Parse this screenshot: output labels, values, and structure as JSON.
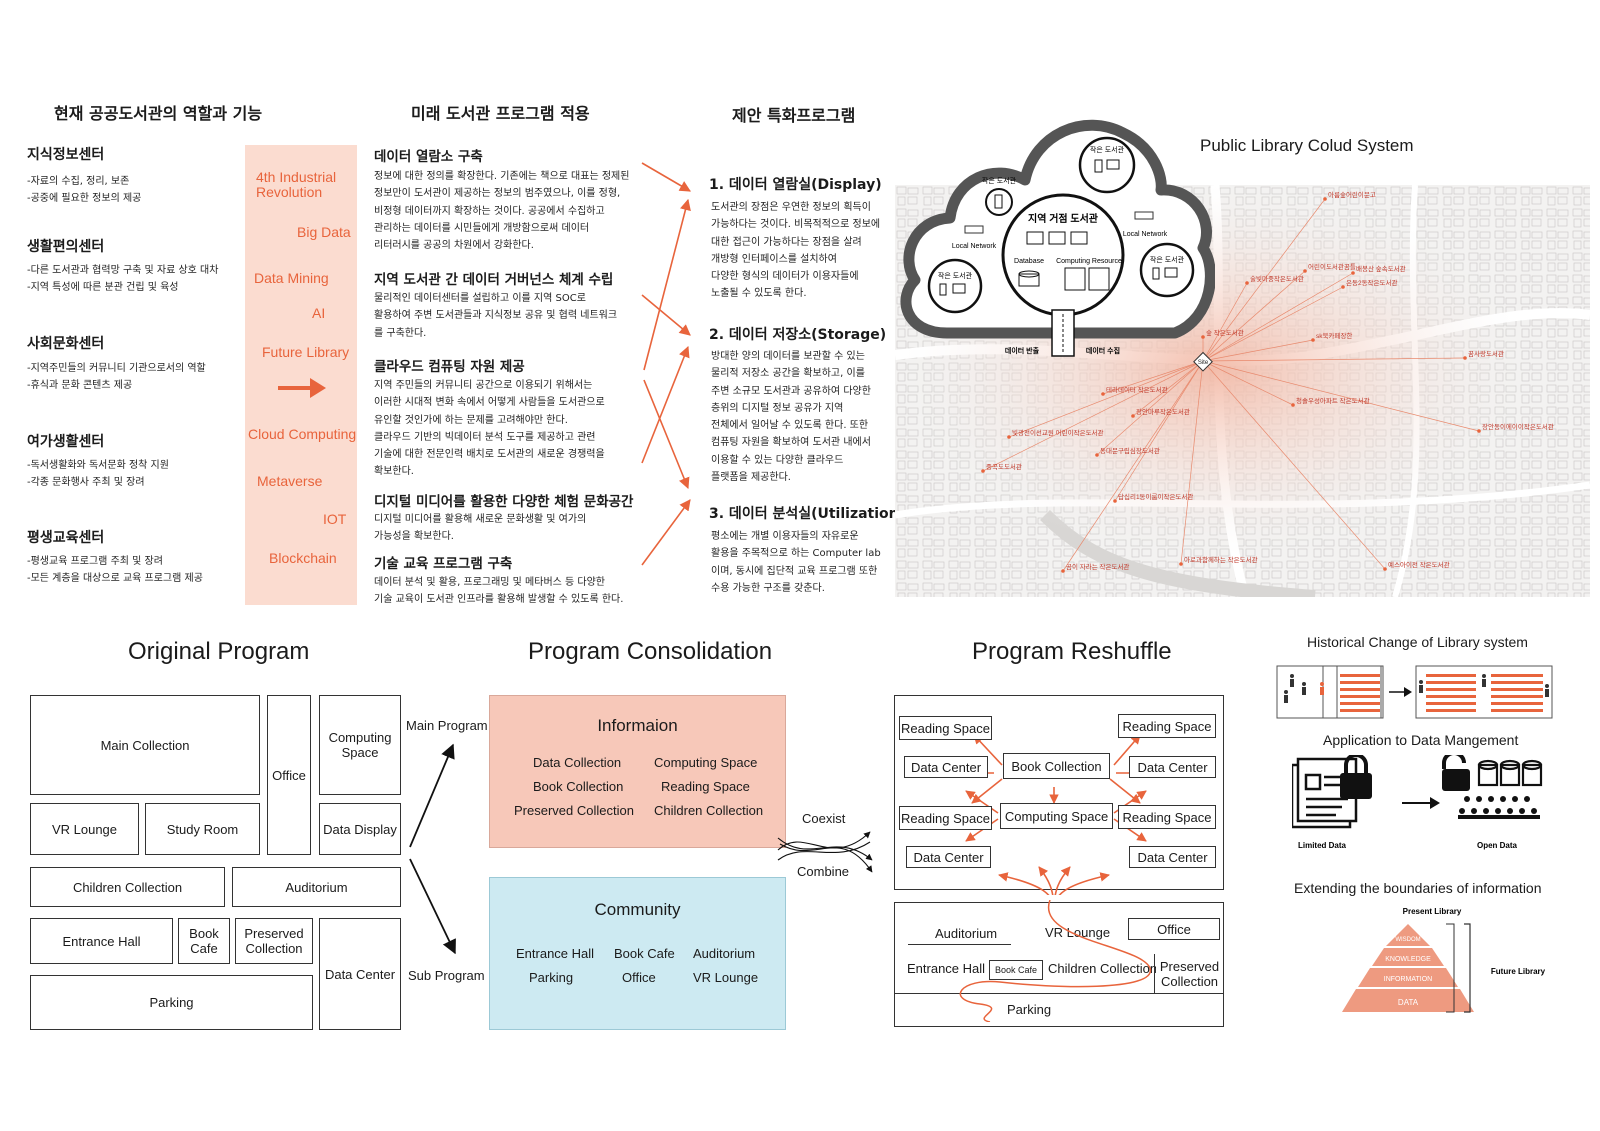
{
  "colors": {
    "accent": "#e8643c",
    "pink": "#f7c8b9",
    "blue": "#cdeaf2",
    "peach": "#fbdcd0"
  },
  "col1": {
    "title": "현재 공공도서관의 역할과 기능",
    "centers": [
      {
        "name": "지식정보센터",
        "lines": [
          "-자료의 수집, 정리, 보존",
          "-공중에 필요한 정보의 제공"
        ]
      },
      {
        "name": "생활편의센터",
        "lines": [
          "-다른 도서관과 협력망 구축 및 자료 상호 대차",
          "-지역 특성에 따른 분관 건립 및 육성"
        ]
      },
      {
        "name": "사회문화센터",
        "lines": [
          "-지역주민들의 커뮤니티 기관으로서의 역할",
          "-휴식과 문화 콘텐츠 제공"
        ]
      },
      {
        "name": "여가생활센터",
        "lines": [
          "-독서생활화와 독서문화 정착 지원",
          "-각종 문화행사 주최 및 장려"
        ]
      },
      {
        "name": "평생교육센터",
        "lines": [
          "-평생교육 프로그램 주최 및 장려",
          "-모든 계층을 대상으로 교육 프로그램 제공"
        ]
      }
    ]
  },
  "keywords": [
    "4th Industrial Revolution",
    "Big Data",
    "Data Mining",
    "AI",
    "Future Library",
    "Cloud Computing",
    "Metaverse",
    "IOT",
    "Blockchain"
  ],
  "col2": {
    "title": "미래 도서관 프로그램 적용",
    "items": [
      {
        "title": "데이터 열람소 구축",
        "lines": [
          "정보에 대한 정의를 확장한다. 기존에는 책으로 대표는 정제된",
          "정보만이 도서관이 제공하는 정보의 범주였으나, 이를 정형,",
          "비정형 데이터까지 확장하는 것이다. 공공에서 수집하고",
          "관리하는 데이터를 시민들에게 개방함으로써 데이터",
          "리터러시를 공공의 차원에서 강화한다."
        ]
      },
      {
        "title": "지역 도서관 간 데이터 거버넌스 체계 수립",
        "lines": [
          "물리적인 데이터센터를 설립하고 이를 지역 SOC로",
          "활용하여 주변 도서관들과 지식정보 공유 및 협력 네트워크",
          "를 구축한다."
        ]
      },
      {
        "title": "클라우드 컴퓨팅 자원 제공",
        "lines": [
          "지역 주민들의 커뮤니티 공간으로 이용되기 위해서는",
          "이러한 시대적 변화 속에서 어떻게 사람들을 도서관으로",
          "유인할 것인가에 하는 문제를 고려해야만 한다.",
          "클라우드 기반의 빅데이터 분석 도구를 제공하고 관련",
          "기술에 대한 전문인력 배치로 도서관의 새로운 경쟁력을",
          "확보한다."
        ]
      },
      {
        "title": "디지털 미디어를 활용한 다양한  체험 문화공간",
        "lines": [
          "디지털 미디어를 활용해  새로운 문화생활 및 여가의",
          "가능성을 확보한다."
        ]
      },
      {
        "title": "기술 교육 프로그램 구축",
        "lines": [
          "데이터 분석 및 활용, 프로그래밍 및 메타버스 등 다양한",
          "기술 교육이 도서관 인프라를 활용해 발생할 수 있도록 한다."
        ]
      }
    ]
  },
  "col3": {
    "title": "제안 특화프로그램",
    "items": [
      {
        "title": "1. 데이터 열람실(Display)",
        "lines": [
          "도서관의 장점은 우연한 정보의 획득이",
          "가능하다는 것이다. 비목적적으로 정보에",
          "대한 접근이 가능하다는 장점을 살려",
          "개방형 인터페이스를 설치하여",
          "다양한 형식의 데이터가 이용자들에",
          "노출될 수 있도록 한다."
        ]
      },
      {
        "title": "2. 데이터 저장소(Storage)",
        "lines": [
          "방대한 양의 데이터를 보관할 수 있는",
          "물리적 저장소 공간을 확보하고, 이를",
          "주변 소규모 도서관과 공유하여 다양한",
          "층위의 디지털 정보 공유가 지역",
          "전체에서 일어날 수 있도록 한다. 또한",
          "컴퓨팅 자원을 확보하여 도서관 내에서",
          "이용할 수 있는 다양한 클라우드",
          "플랫폼을 제공한다."
        ]
      },
      {
        "title": "3. 데이터 분석실(Utilization)",
        "lines": [
          "평소에는 개별 이용자들의 자유로운",
          "활용을 주목적으로 하는 Computer lab",
          "이며, 동시에 집단적 교육 프로그램 또한",
          "수용 가능한 구조를 갖춘다."
        ]
      }
    ]
  },
  "cloud": {
    "title": "Public Library Colud System",
    "small_library": "작은 도서관",
    "hub": "지역 거점 도서관",
    "database": "Database",
    "computing": "Computing Resource",
    "local_network": "Local Network",
    "export": "데이터 반출",
    "collect": "데이터 수집",
    "site": "Site",
    "map_labels": [
      "아름숲어린이문고",
      "어린이도서관꿈틀",
      "배봉산 숲속도서관",
      "은동2동작은도서관",
      "술빛마중작은도서관",
      "숲 작은도서관",
      "sk북카페장한",
      "꿈사랑도서관",
      "테라데이터 작은도서관",
      "장안마루작은도서관",
      "청솔우성아파트 작은도서관",
      "장안동이에이이작은도서관",
      "빛광전이선교원 어린이작은도서관",
      "동대문구립심장도서관",
      "중곡도도서관",
      "답십리1동이룸이작은도서관",
      "곰이 자라는 작은도서관",
      "아로과함께하는 작은도서관",
      "예스아이전 작은도서관"
    ]
  },
  "original": {
    "title": "Original Program",
    "boxes": {
      "main": "Main Collection",
      "office": "Office",
      "computing": "Computing Space",
      "vr": "VR Lounge",
      "study": "Study Room",
      "datadisplay": "Data Display",
      "children": "Children Collection",
      "auditorium": "Auditorium",
      "entrance": "Entrance Hall",
      "bookcafe": "Book Cafe",
      "preserved": "Preserved Collection",
      "datacenter": "Data Center",
      "parking": "Parking"
    }
  },
  "consolidation": {
    "title": "Program Consolidation",
    "main_program": "Main Program",
    "sub_program": "Sub Program",
    "info_title": "Informaion",
    "info_items": [
      "Data Collection",
      "Computing Space",
      "Book Collection",
      "Reading Space",
      "Preserved  Collection",
      "Children Collection"
    ],
    "comm_title": "Community",
    "comm_items": [
      "Entrance Hall",
      "Book Cafe",
      "Auditorium",
      "Parking",
      "Office",
      "VR Lounge"
    ],
    "coexist": "Coexist",
    "combine": "Combine"
  },
  "reshuffle": {
    "title": "Program Reshuffle",
    "reading": "Reading Space",
    "data_center": "Data Center",
    "book_collection": "Book Collection",
    "computing_space": "Computing Space",
    "auditorium": "Auditorium",
    "vr": "VR Lounge",
    "office": "Office",
    "entrance": "Entrance Hall",
    "bookcafe": "Book Cafe",
    "children": "Children Collection",
    "preserved": "Preserved Collection",
    "parking": "Parking"
  },
  "history": {
    "title": "Historical Change of Library system",
    "app_title": "Application to Data Mangement",
    "limited": "Limited Data",
    "open": "Open Data",
    "ext_title": "Extending the boundaries of information",
    "present": "Present Library",
    "future": "Future Library",
    "pyramid": [
      "WISDOM",
      "KNOWLEDGE",
      "INFORMATION",
      "DATA"
    ]
  }
}
